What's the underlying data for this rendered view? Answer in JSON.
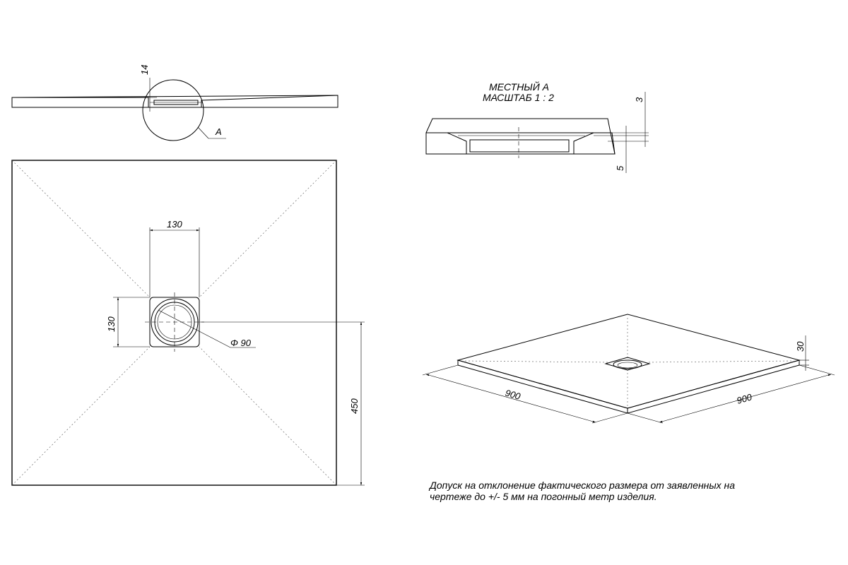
{
  "section_view": {
    "thickness_label": "14",
    "callout_label": "A"
  },
  "plan_view": {
    "drain_width_label": "130",
    "drain_height_label": "130",
    "drain_diameter_label": "Φ 90",
    "half_size_label": "450"
  },
  "detail_view": {
    "title_line1": "МЕСТНЫЙ А",
    "title_line2": "МАСШТАБ 1 : 2",
    "dim_top_label": "3",
    "dim_bottom_label": "5"
  },
  "iso_view": {
    "height_label": "30",
    "left_length_label": "900",
    "right_length_label": "900"
  },
  "note": {
    "line1": "Допуск на отклонение фактического размера от заявленных на",
    "line2": "чертеже до +/- 5 мм на погонный метр изделия."
  }
}
